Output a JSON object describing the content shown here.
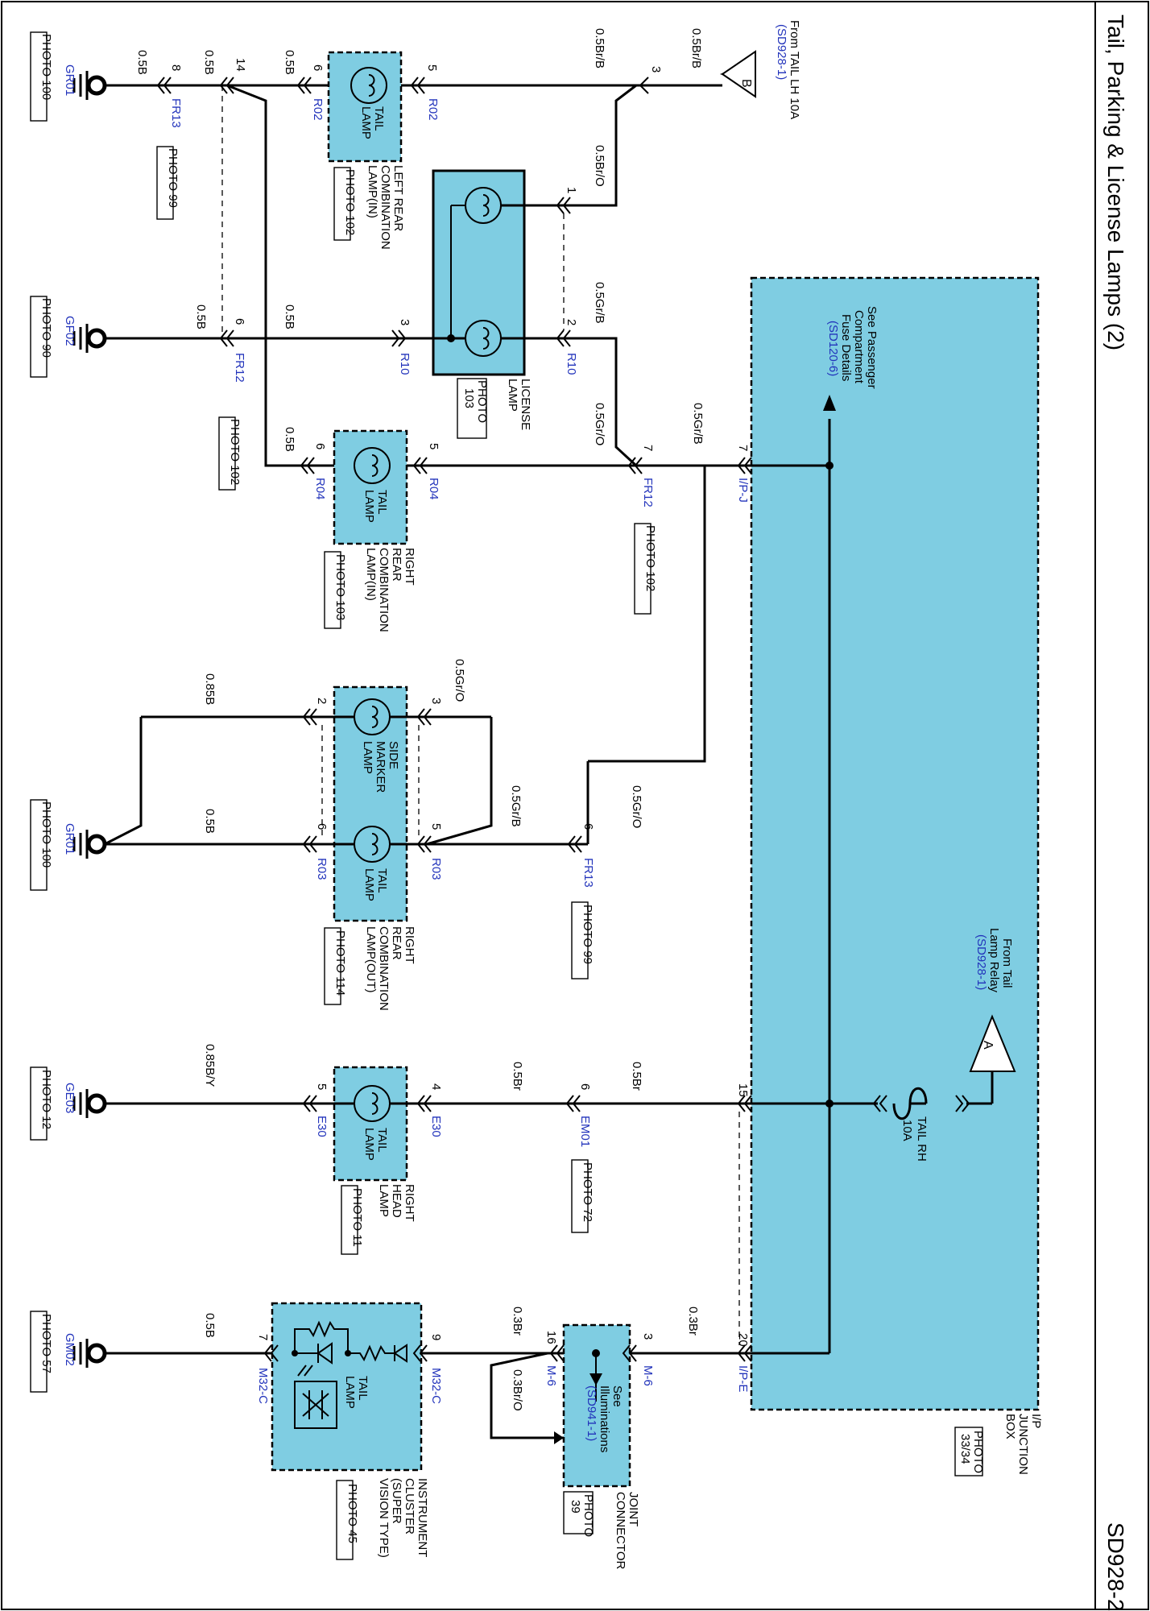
{
  "header": {
    "title": "Tail, Parking & License Lamps (2)",
    "page_code": "SD928-2"
  },
  "sources": {
    "tail_lh": {
      "line1": "From TAIL LH 10A",
      "ref": "(SD928-1)",
      "tag": "B"
    },
    "tail_relay": {
      "line1": "From Tail",
      "line2": "Lamp Relay",
      "ref": "(SD928-1)",
      "tag": "A"
    },
    "fuse_rh": {
      "name": "TAIL RH",
      "rating": "10A"
    },
    "passenger_fuse": {
      "line1": "See Passenger",
      "line2": "Compartment",
      "line3": "Fuse Details",
      "ref": "(SD120-6)"
    },
    "illuminations": {
      "line1": "See",
      "line2": "Illuminations",
      "ref": "(SD941-1)"
    }
  },
  "junction_box": {
    "line1": "I/P",
    "line2": "JUNCTION",
    "line3": "BOX",
    "photo1": "PHOTO",
    "photo2": "33/34"
  },
  "joint_connector": {
    "line1": "JOINT",
    "line2": "CONNECTOR",
    "photo1": "PHOTO",
    "photo2": "39"
  },
  "license_lamp": {
    "line1": "LICENSE",
    "line2": "LAMP",
    "photo1": "PHOTO",
    "photo2": "103"
  },
  "components": {
    "lrc": {
      "lamp": [
        "TAIL",
        "LAMP"
      ],
      "name": [
        "LEFT REAR",
        "COMBINATION",
        "LAMP(IN)"
      ],
      "photo": "PHOTO 102"
    },
    "rrc_in": {
      "lamp": [
        "TAIL",
        "LAMP"
      ],
      "name": [
        "RIGHT",
        "REAR",
        "COMBINATION",
        "LAMP(IN)"
      ],
      "photo": "PHOTO 103"
    },
    "side": {
      "lamp": [
        "SIDE",
        "MARKER",
        "LAMP"
      ]
    },
    "rrc_out": {
      "lamp": [
        "TAIL",
        "LAMP"
      ],
      "name": [
        "RIGHT",
        "REAR",
        "COMBINATION",
        "LAMP(OUT)"
      ],
      "photo": "PHOTO 114"
    },
    "head": {
      "lamp": [
        "TAIL",
        "LAMP"
      ],
      "name": [
        "RIGHT",
        "HEAD",
        "LAMP"
      ],
      "photo": "PHOTO 11"
    },
    "cluster": {
      "lamp": [
        "TAIL",
        "LAMP"
      ],
      "name": [
        "INSTRUMENT",
        "CLUSTER",
        "(SUPER",
        "VISION TYPE)"
      ],
      "photo": "PHOTO 45"
    }
  },
  "connectors": {
    "R02": "R02",
    "R10": "R10",
    "R04": "R04",
    "R03": "R03",
    "E30": "E30",
    "FR13": "FR13",
    "FR12": "FR12",
    "EM01": "EM01",
    "IPJ": "I/P-J",
    "IPE": "I/P-E",
    "M6": "M-6",
    "M32C": "M32-C"
  },
  "pins": {
    "r02a": "5",
    "r02b": "6",
    "fr14": "14",
    "fr13a": "8",
    "srcB": "3",
    "lic1": "1",
    "lic2": "2",
    "lic3": "3",
    "fr12a": "6",
    "r04a": "5",
    "r04b": "6",
    "fr12b": "7",
    "ipj": "7",
    "side3": "3",
    "side2": "2",
    "r03a": "5",
    "r03b": "6",
    "fr13b": "6",
    "e30a": "4",
    "e30b": "5",
    "em01": "6",
    "ip15": "15",
    "ip20": "20",
    "m6a": "3",
    "m6b": "16",
    "m32a": "9",
    "m32b": "7"
  },
  "wires": {
    "w05B": "0.5B",
    "w085B": "0.85B",
    "w085BY": "0.85B/Y",
    "wBrB": "0.5Br/B",
    "wBrO": "0.5Br/O",
    "wGrB": "0.5Gr/B",
    "wGrO": "0.5Gr/O",
    "wBr": "0.5Br",
    "w03Br": "0.3Br",
    "w03BrO": "0.3Br/O"
  },
  "grounds": {
    "gr01": {
      "name": "GR01",
      "photo": "PHOTO 100"
    },
    "gf02": {
      "name": "GF02",
      "photo": "PHOTO 90"
    },
    "gr01b": {
      "name": "GR01",
      "photo": "PHOTO 100"
    },
    "ge03": {
      "name": "GE03",
      "photo": "PHOTO 12"
    },
    "gm02": {
      "name": "GM02",
      "photo": "PHOTO 57"
    }
  },
  "photo_tags": {
    "fr13a": "PHOTO 99",
    "fr12a": "PHOTO 102",
    "fr12b": "PHOTO 102",
    "fr13b": "PHOTO 99",
    "em01": "PHOTO 72"
  },
  "colors": {
    "component_fill": "#7fcde2",
    "connector_text": "#2233bb",
    "wire": "#000000"
  }
}
